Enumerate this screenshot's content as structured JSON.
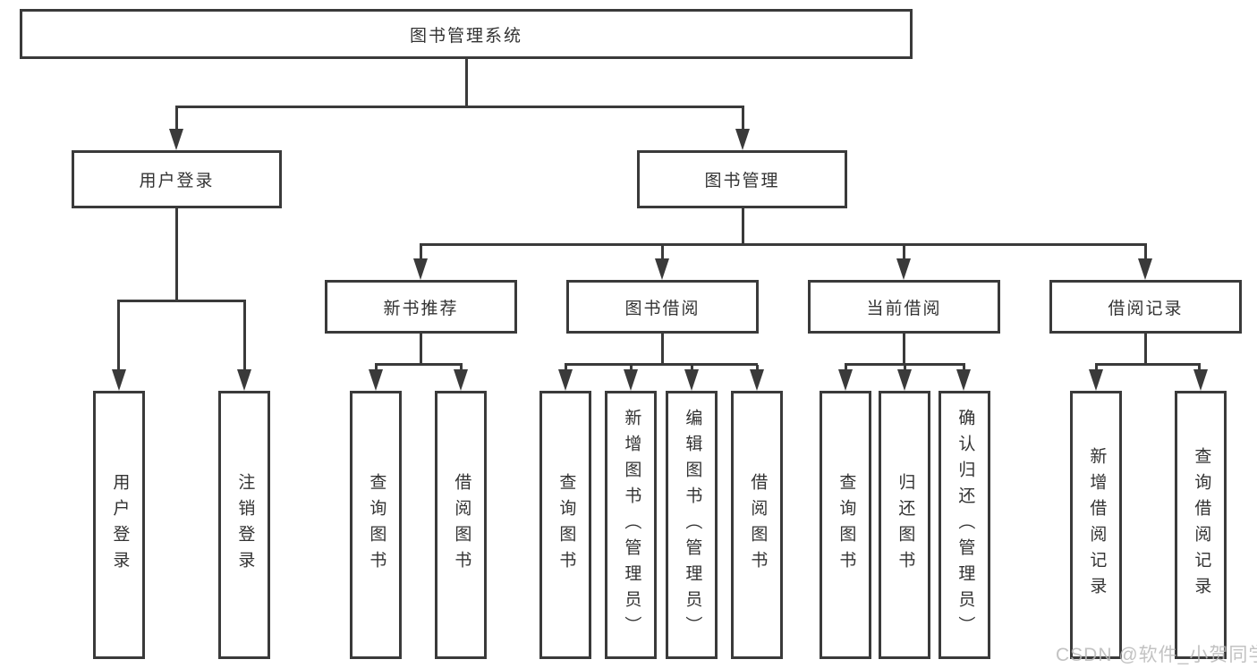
{
  "diagram": {
    "root": "图书管理系统",
    "level2": [
      "用户登录",
      "图书管理"
    ],
    "level3": [
      "新书推荐",
      "图书借阅",
      "当前借阅",
      "借阅记录"
    ],
    "leaves": {
      "user_login": [
        "用户登录",
        "注销登录"
      ],
      "new_book_recommend": [
        "查询图书",
        "借阅图书"
      ],
      "book_borrow": [
        "查询图书",
        "新增图书（管理员）",
        "编辑图书（管理员）",
        "借阅图书"
      ],
      "current_borrow": [
        "查询图书",
        "归还图书",
        "确认归还（管理员）"
      ],
      "borrow_record": [
        "新增借阅记录",
        "查询借阅记录"
      ]
    }
  },
  "watermark": "CSDN @软件_小贺同学",
  "colors": {
    "line": "#3a3a3a",
    "text": "#333333",
    "watermark": "#b8b8b8"
  }
}
